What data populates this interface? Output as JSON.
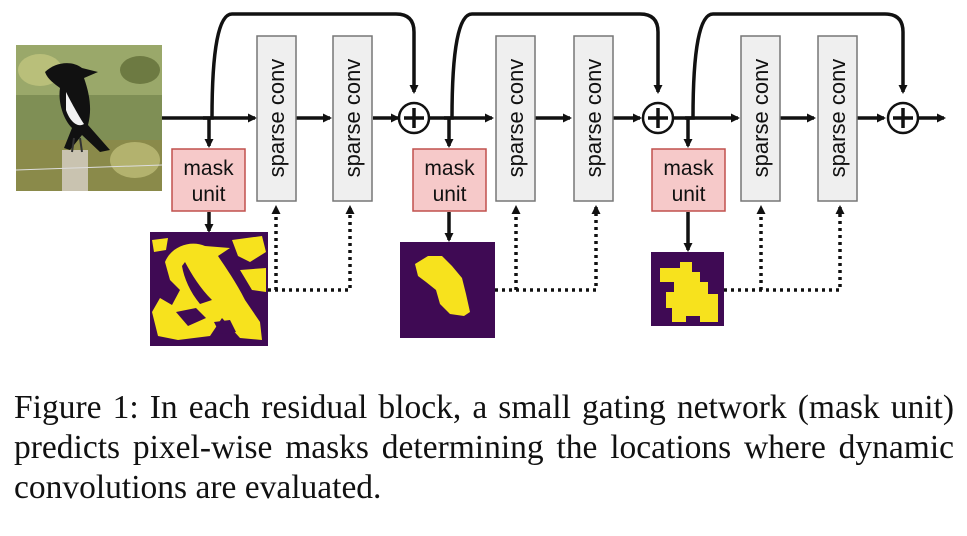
{
  "diagram": {
    "sparse_conv_label": "sparse conv",
    "mask_unit_line1": "mask",
    "mask_unit_line2": "unit",
    "plus_symbol": "+",
    "colors": {
      "mask_unit_fill": "#f6c9c9",
      "mask_unit_stroke": "#c0504d",
      "conv_fill": "#efefef",
      "conv_stroke": "#777777",
      "mask_background": "#3f0a54",
      "mask_foreground": "#f7e21d"
    },
    "blocks": [
      {
        "name": "block-1",
        "mask_shape": "bird-silhouette"
      },
      {
        "name": "block-2",
        "mask_shape": "coarse-bird-blob"
      },
      {
        "name": "block-3",
        "mask_shape": "blocky-bird-blob"
      }
    ]
  },
  "caption": {
    "text": "Figure 1: In each residual block, a small gating network (mask unit) predicts pixel-wise masks determining the locations where dynamic convolutions are evaluated."
  }
}
